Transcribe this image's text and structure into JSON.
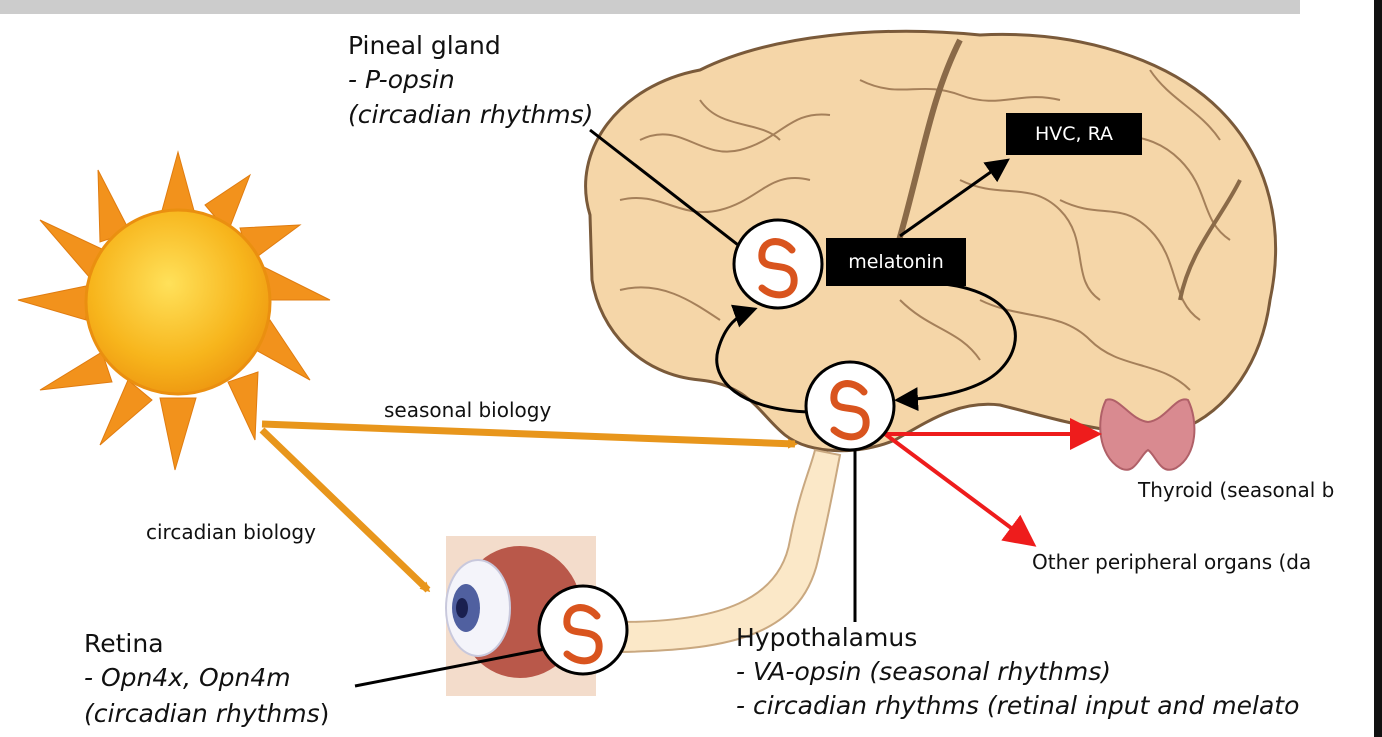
{
  "labels": {
    "pineal_title": "Pineal gland",
    "pineal_line1": "- P-opsin",
    "pineal_line2": "(circadian rhythms)",
    "hvc_ra": "HVC, RA",
    "melatonin": "melatonin",
    "seasonal_biology": "seasonal biology",
    "circadian_biology": "circadian biology",
    "thyroid": "Thyroid (seasonal b",
    "other_organs": "Other peripheral organs (da",
    "retina_title": "Retina",
    "retina_line1": "- Opn4x, Opn4m",
    "retina_line2": "(circadian rhythms",
    "retina_line2_close": ")",
    "hypothalamus_title": "Hypothalamus",
    "hypothalamus_line1": "- VA-opsin (seasonal rhythms)",
    "hypothalamus_line2": "- circadian rhythms (retinal input and melato"
  },
  "colors": {
    "sun_core": "#f6b21a",
    "sun_rays": "#f2921c",
    "brain_fill": "#f5d6a8",
    "brain_stroke": "#7a5a3a",
    "orange_arrow": "#e8961c",
    "red_arrow": "#ee1c1c",
    "clock_symbol": "#d9541e",
    "nerve_fill": "#fbe8c8",
    "thyroid": "#d98a90"
  },
  "icons": [
    "sun-icon",
    "brain-icon",
    "eye-icon",
    "thyroid-icon",
    "clock-icon"
  ]
}
